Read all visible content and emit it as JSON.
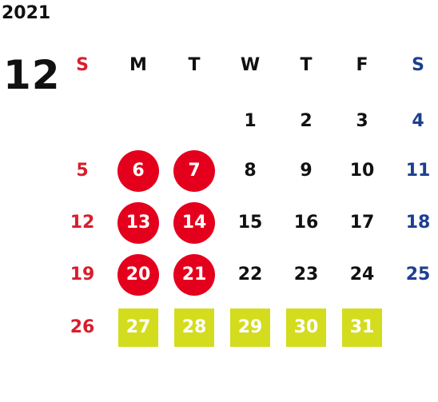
{
  "year": "2021",
  "month": "12",
  "weekdays": [
    "S",
    "M",
    "T",
    "W",
    "T",
    "F",
    "S"
  ],
  "weeks": [
    [
      {
        "day": "",
        "type": "none"
      },
      {
        "day": "",
        "type": "none"
      },
      {
        "day": "",
        "type": "none"
      },
      {
        "day": "1",
        "type": "normal"
      },
      {
        "day": "2",
        "type": "normal"
      },
      {
        "day": "3",
        "type": "normal"
      },
      {
        "day": "4",
        "type": "saturday"
      }
    ],
    [
      {
        "day": "5",
        "type": "sunday"
      },
      {
        "day": "6",
        "type": "holiday"
      },
      {
        "day": "7",
        "type": "holiday"
      },
      {
        "day": "8",
        "type": "normal"
      },
      {
        "day": "9",
        "type": "normal"
      },
      {
        "day": "10",
        "type": "normal"
      },
      {
        "day": "11",
        "type": "saturday"
      }
    ],
    [
      {
        "day": "12",
        "type": "sunday"
      },
      {
        "day": "13",
        "type": "holiday"
      },
      {
        "day": "14",
        "type": "holiday"
      },
      {
        "day": "15",
        "type": "normal"
      },
      {
        "day": "16",
        "type": "normal"
      },
      {
        "day": "17",
        "type": "normal"
      },
      {
        "day": "18",
        "type": "saturday"
      }
    ],
    [
      {
        "day": "19",
        "type": "sunday"
      },
      {
        "day": "20",
        "type": "holiday"
      },
      {
        "day": "21",
        "type": "holiday"
      },
      {
        "day": "22",
        "type": "normal"
      },
      {
        "day": "23",
        "type": "normal"
      },
      {
        "day": "24",
        "type": "normal"
      },
      {
        "day": "25",
        "type": "saturday"
      }
    ],
    [
      {
        "day": "26",
        "type": "sunday"
      },
      {
        "day": "27",
        "type": "closed"
      },
      {
        "day": "28",
        "type": "closed"
      },
      {
        "day": "29",
        "type": "closed"
      },
      {
        "day": "30",
        "type": "closed"
      },
      {
        "day": "31",
        "type": "closed"
      },
      {
        "day": "",
        "type": "none"
      }
    ]
  ],
  "colors": {
    "sunday_text": "#d81e2c",
    "saturday_text": "#1d3f8f",
    "holiday_circle": "#e4001c",
    "closed_box": "#d4dc1e"
  }
}
